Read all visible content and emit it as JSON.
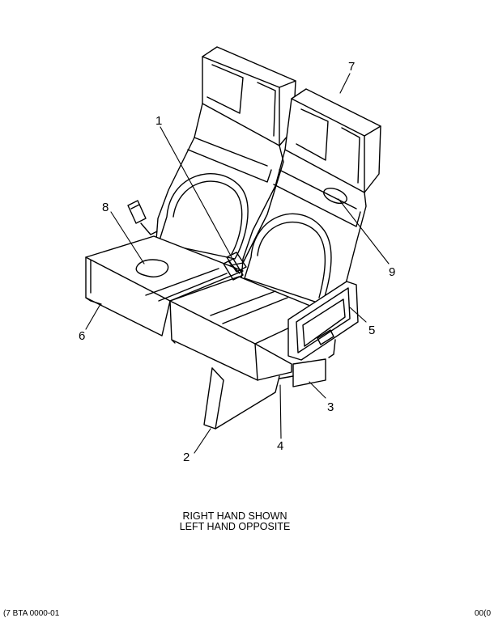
{
  "callouts": [
    "1",
    "2",
    "3",
    "4",
    "5",
    "6",
    "7",
    "8",
    "9"
  ],
  "caption": {
    "line1": "RIGHT HAND SHOWN",
    "line2": "LEFT HAND OPPOSITE"
  },
  "footer": {
    "left": "(7 BTA 0000-01",
    "right": "00(0"
  }
}
